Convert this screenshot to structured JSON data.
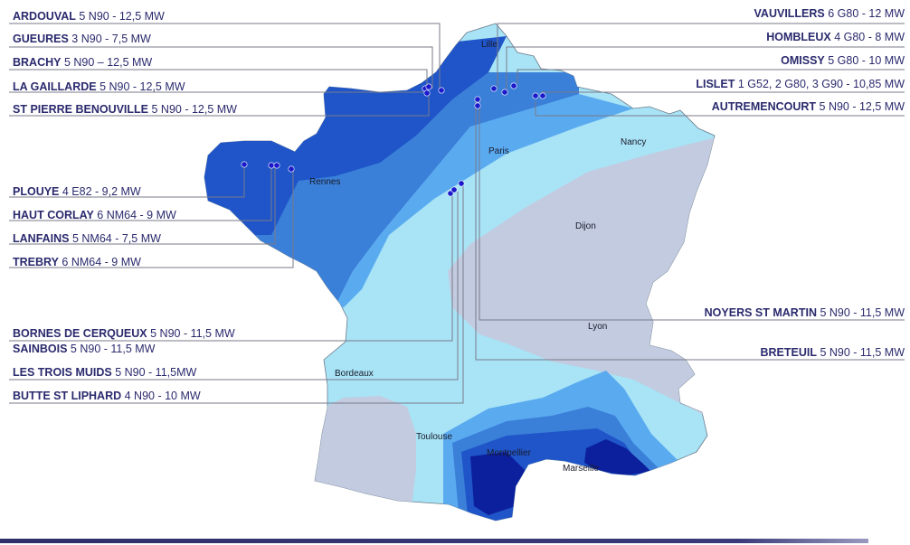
{
  "colors": {
    "zone1": "#c2cbe0",
    "zone2": "#a8e4f6",
    "zone3": "#5aaaf0",
    "zone4": "#3a7fd8",
    "zone5": "#1f55c8",
    "zone6": "#0c1f9c",
    "leader": "#7a7a8a",
    "dot": "#1a1acc",
    "label_text": "#2a2a6e"
  },
  "cities": [
    {
      "id": "lille",
      "name": "Lille"
    },
    {
      "id": "paris",
      "name": "Paris"
    },
    {
      "id": "nancy",
      "name": "Nancy"
    },
    {
      "id": "rennes",
      "name": "Rennes"
    },
    {
      "id": "dijon",
      "name": "Dijon"
    },
    {
      "id": "lyon",
      "name": "Lyon"
    },
    {
      "id": "bordeaux",
      "name": "Bordeaux"
    },
    {
      "id": "toulouse",
      "name": "Toulouse"
    },
    {
      "id": "montpellier",
      "name": "Montpellier"
    },
    {
      "id": "marseille",
      "name": "Marseille"
    }
  ],
  "sites_left": [
    {
      "name": "ARDOUVAL",
      "spec": " 5 N90 - 12,5 MW"
    },
    {
      "name": "GUEURES",
      "spec": " 3 N90 - 7,5 MW"
    },
    {
      "name": "BRACHY",
      "spec": " 5 N90 – 12,5 MW"
    },
    {
      "name": "LA GAILLARDE",
      "spec": " 5 N90 - 12,5 MW"
    },
    {
      "name": "ST PIERRE BENOUVILLE",
      "spec": " 5 N90 - 12,5 MW"
    },
    {
      "name": "PLOUYE",
      "spec": " 4 E82 - 9,2 MW"
    },
    {
      "name": "HAUT CORLAY",
      "spec": " 6 NM64 - 9 MW"
    },
    {
      "name": "LANFAINS",
      "spec": " 5 NM64 - 7,5 MW"
    },
    {
      "name": "TREBRY",
      "spec": " 6 NM64 - 9 MW"
    },
    {
      "name": "BORNES DE CERQUEUX",
      "spec": " 5 N90 - 11,5 MW"
    },
    {
      "name": "SAINBOIS",
      "spec": " 5 N90 - 11,5 MW"
    },
    {
      "name": "LES TROIS MUIDS",
      "spec": " 5 N90 - 11,5MW"
    },
    {
      "name": "BUTTE ST LIPHARD",
      "spec": " 4 N90 - 10 MW"
    }
  ],
  "sites_right": [
    {
      "name": "VAUVILLERS",
      "spec": " 6 G80 - 12 MW"
    },
    {
      "name": "HOMBLEUX",
      "spec": " 4 G80 - 8 MW"
    },
    {
      "name": "OMISSY",
      "spec": " 5 G80 - 10 MW"
    },
    {
      "name": "LISLET",
      "spec": " 1 G52, 2 G80, 3 G90 - 10,85 MW"
    },
    {
      "name": "AUTREMENCOURT",
      "spec": " 5 N90 - 12,5 MW"
    },
    {
      "name": "NOYERS ST MARTIN",
      "spec": " 5 N90 - 11,5 MW"
    },
    {
      "name": "BRETEUIL",
      "spec": " 5 N90 - 11,5 MW"
    }
  ]
}
